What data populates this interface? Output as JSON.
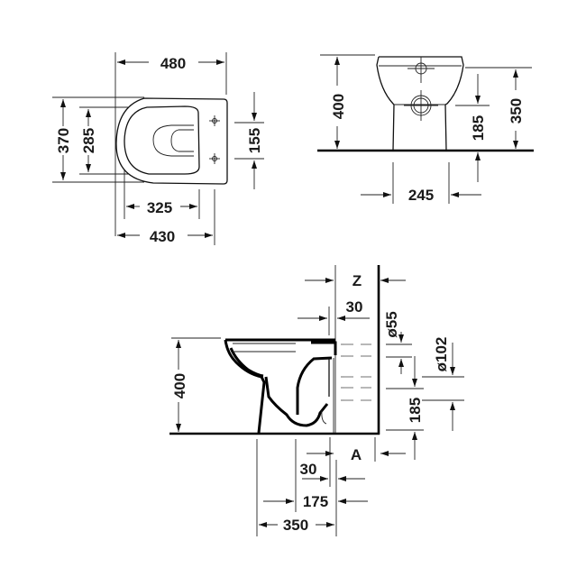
{
  "drawing": {
    "subject": "floor-standing toilet dimension drawing",
    "units": "mm",
    "top_view": {
      "dims": {
        "overall_length": "480",
        "width": "370",
        "seat_inner_width": "285",
        "fixing_hole_spacing": "155",
        "bowl_opening_length": "325",
        "seat_length": "430"
      }
    },
    "front_view": {
      "dims": {
        "height": "400",
        "rim_height": "350",
        "outlet_height": "185",
        "base_width": "245"
      }
    },
    "side_view": {
      "labels": {
        "wall_label": "Z",
        "floor_label": "A"
      },
      "dims": {
        "height": "400",
        "wall_gap_top": "30",
        "inlet_diameter": "ø55",
        "outlet_diameter": "ø102",
        "outlet_height": "185",
        "floor_gap": "30",
        "outlet_center_from_wall": "175",
        "base_depth": "350"
      }
    }
  }
}
